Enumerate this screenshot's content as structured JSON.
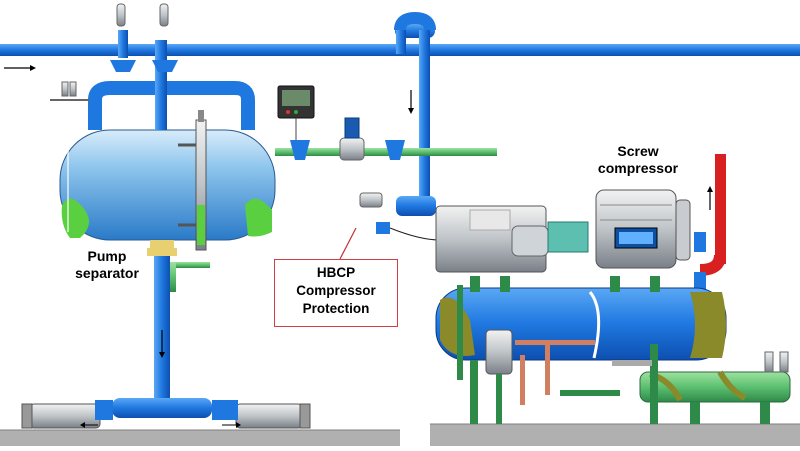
{
  "labels": {
    "pump_separator": [
      "Pump",
      "separator"
    ],
    "screw_compressor": [
      "Screw",
      "compressor"
    ],
    "hbcp": [
      "HBCP",
      "Compressor",
      "Protection"
    ]
  },
  "colors": {
    "suction_pipe": "#1f78e0",
    "liquid_pipe": "#6cc06c",
    "discharge_pipe": "#d82020",
    "vessel_blue": "#7ab8e8",
    "liquid_green": "#5ad040",
    "oil_olive": "#8a8a2a",
    "floor": "#b0b0b0",
    "label_box_border": "#d04040"
  },
  "icons": [
    "flow-arrow-icon",
    "controller-icon",
    "valve-icon",
    "level-sensor-icon"
  ]
}
